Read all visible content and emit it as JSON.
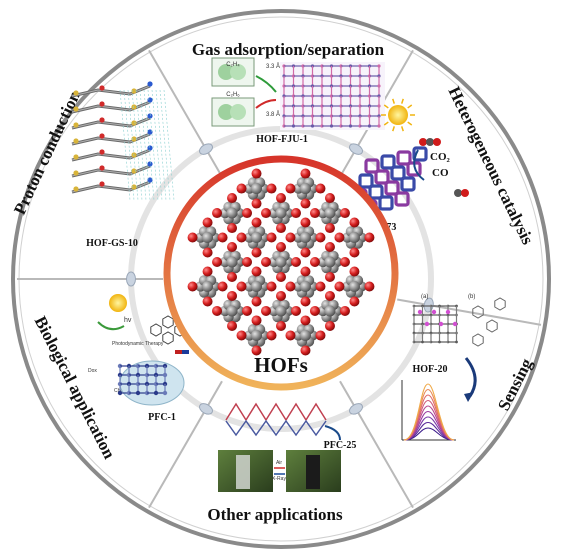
{
  "center": {
    "label": "HOFs"
  },
  "sections": [
    {
      "title": "Gas adsorption/separation",
      "label": "HOF-FJU-1",
      "annotations": [
        "C₂H₄",
        "C₂H₆",
        "3.3 Å",
        "3.8 Å"
      ]
    },
    {
      "title": "Heterogeneous catalysis",
      "label": "PFC-73",
      "annotations": [
        "CO₂",
        "CO"
      ]
    },
    {
      "title": "Sensing",
      "label": "HOF-20",
      "annotations": [
        "(a)",
        "(b)"
      ]
    },
    {
      "title": "Other applications",
      "label": "PFC-25",
      "annotations": [
        "Air",
        "X-Ray"
      ]
    },
    {
      "title": "Biological application",
      "label": "PFC-1",
      "annotations": [
        "Photodynamic Therapy",
        "Chemotherapy",
        "Dox",
        "hv"
      ]
    },
    {
      "title": "Proton conduction",
      "label": "HOF-GS-10",
      "annotations": []
    }
  ],
  "colors": {
    "ring_outer": "#8a8a8a",
    "ring_inner_top": "#d6342a",
    "ring_inner_bottom": "#f0b35a",
    "atom_gray": "#8e8e8e",
    "atom_red": "#d41d1d",
    "divider": "#b9b9b9"
  }
}
